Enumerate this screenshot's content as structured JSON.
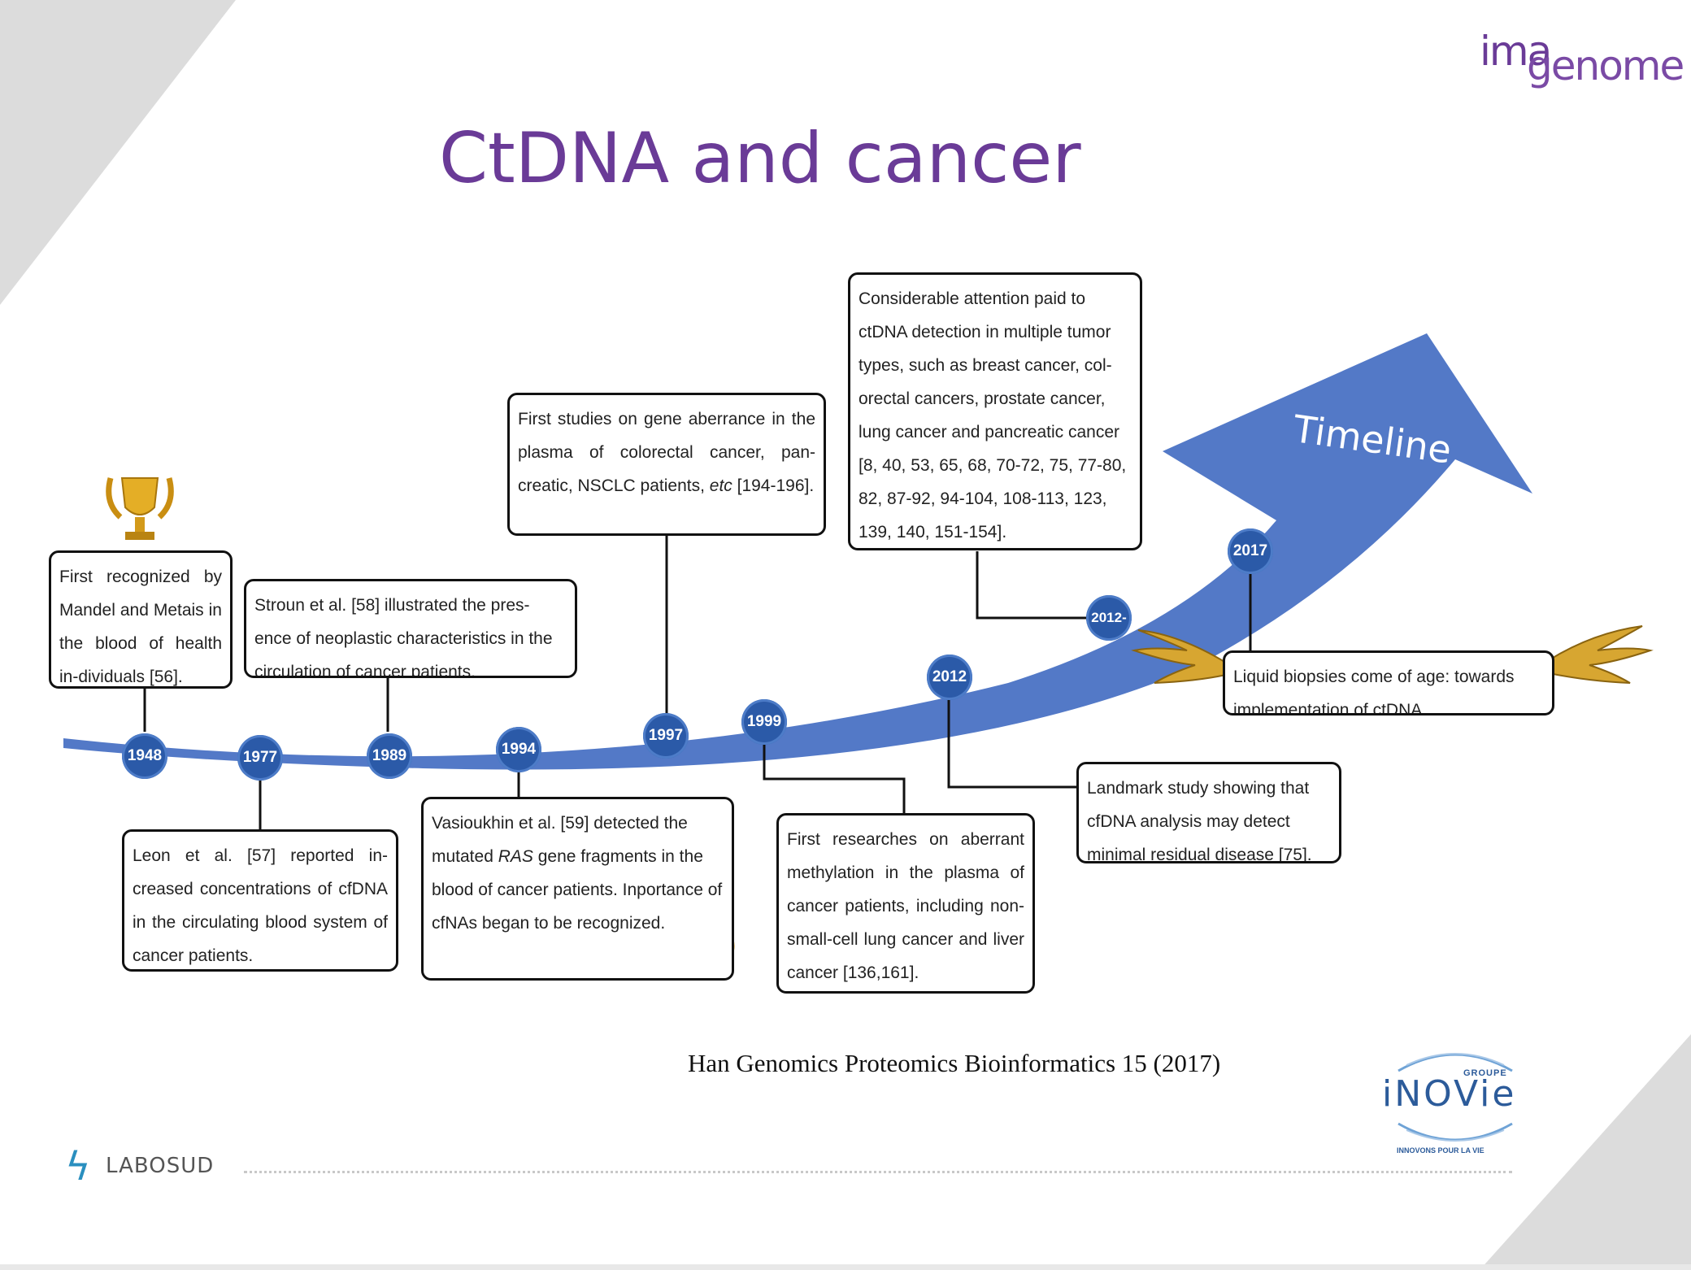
{
  "title": "CtDNA and cancer",
  "brand": {
    "part1": "ima",
    "part2": "genome"
  },
  "timeline_label": "Timeline",
  "years": [
    "1948",
    "1977",
    "1989",
    "1994",
    "1997",
    "1999",
    "2012",
    "2012-",
    "2017"
  ],
  "events": [
    {
      "text": "First recognized by Mandel and Metais in the blood of health in-dividuals [56]."
    },
    {
      "text": "Leon et al. [57] reported in-creased concentrations of cfDNA in the circulating blood system of cancer patients."
    },
    {
      "text": "Stroun et al. [58] illustrated the pres-ence of neoplastic characteristics in the circulation of cancer patients."
    },
    {
      "text_before": "Vasioukhin et al. [59] detected the mutated ",
      "emph": "RAS",
      "text_after": " gene fragments in the blood of cancer patients. Inportance of cfNAs began to be recognized."
    },
    {
      "text_before": "First studies on gene aberrance in the plasma of colorectal cancer, pan-creatic, NSCLC patients, ",
      "emph": "etc",
      "text_after": " [194-196]."
    },
    {
      "text": "First researches on aberrant methylation in the plasma of cancer patients, including non-small-cell lung cancer and liver cancer [136,161]."
    },
    {
      "text": "Landmark study showing that cfDNA analysis may detect minimal residual disease [75]."
    },
    {
      "text": "Considerable attention paid to ctDNA detection in multiple tumor types, such as breast cancer, col-orectal cancers, prostate cancer, lung cancer and pancreatic cancer [8, 40, 53, 65, 68, 70-72, 75, 77-80, 82, 87-92, 94-104, 108-113, 123, 139, 140, 151-154]."
    },
    {
      "text": "Liquid biopsies come of age: towards implementation of ctDNA."
    }
  ],
  "citation": "Han Genomics Proteomics Bioinformatics 15 (2017)",
  "footer": {
    "labosud_symbol": "ϟ",
    "labosud": "LABOSUD",
    "inovie_groupe": "GROUPE",
    "inovie": "iNOVie",
    "inovie_tagline": "INNOVONS POUR LA VIE"
  },
  "colors": {
    "title": "#6a3b97",
    "arrow": "#4a72c4",
    "year_dot": "#2b5aa8",
    "trophy": "#d9a520"
  },
  "icons": [
    "trophy-icon",
    "wing-icon"
  ]
}
